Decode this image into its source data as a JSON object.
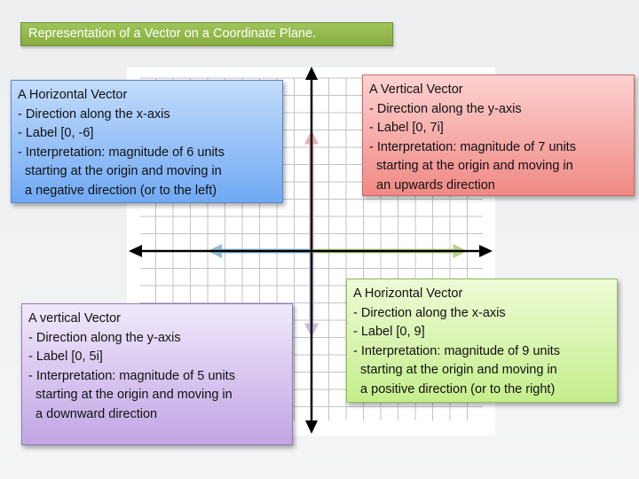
{
  "title": "Representation of a Vector on a Coordinate Plane.",
  "vectors": [
    {
      "color": "#8fbcd8",
      "direction": "left",
      "magnitude": 6
    },
    {
      "color": "#e3b4b4",
      "direction": "up",
      "magnitude": 7
    },
    {
      "color": "#b9cf8d",
      "direction": "right",
      "magnitude": 9
    },
    {
      "color": "#c8bcd9",
      "direction": "down",
      "magnitude": 5
    }
  ],
  "boxes": {
    "blue": {
      "heading": "A Horizontal Vector",
      "lines": [
        "- Direction along the x-axis",
        "- Label [0, -6]",
        "- Interpretation: magnitude of 6 units",
        "  starting at the origin and moving in",
        "  a negative direction (or to the left)"
      ]
    },
    "red": {
      "heading": "A Vertical Vector",
      "lines": [
        "- Direction along the y-axis",
        "- Label [0, 7i]",
        "- Interpretation: magnitude of 7 units",
        "  starting at the origin and moving in",
        "  an upwards direction"
      ]
    },
    "green": {
      "heading": "A Horizontal Vector",
      "lines": [
        "- Direction along the x-axis",
        "- Label [0, 9]",
        "- Interpretation: magnitude of 9 units",
        "  starting at the origin and moving in",
        "  a positive direction (or to the right)"
      ]
    },
    "purple": {
      "heading": "A vertical Vector",
      "lines": [
        "- Direction along the y-axis",
        "- Label [0, 5i]",
        "- Interpretation: magnitude of 5 units",
        "  starting at the origin and moving in",
        "  a downward direction"
      ]
    }
  }
}
